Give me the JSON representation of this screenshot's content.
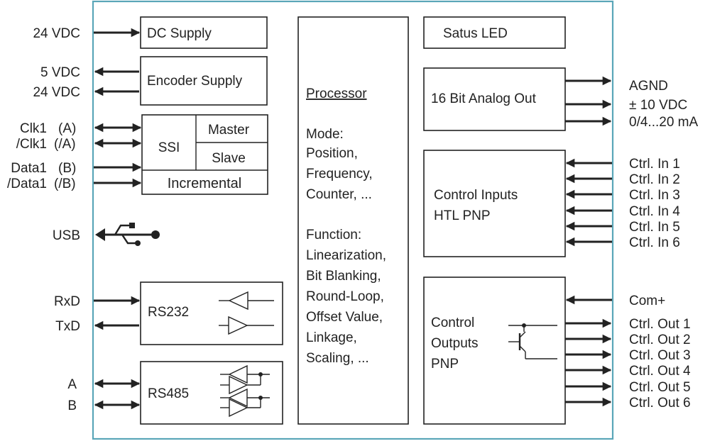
{
  "left_labels": {
    "dc_in": "24 VDC",
    "enc_5v": "5 VDC",
    "enc_24v": "24 VDC",
    "clk1": "Clk1",
    "clk1_a": "(A)",
    "nclk1": "/Clk1",
    "nclk1_a": "(/A)",
    "data1": "Data1",
    "data1_b": "(B)",
    "ndata1": "/Data1",
    "ndata1_b": "(/B)",
    "usb": "USB",
    "rxd": "RxD",
    "txd": "TxD",
    "a": "A",
    "b": "B"
  },
  "blocks": {
    "dc_supply": "DC Supply",
    "encoder_supply": "Encoder Supply",
    "ssi": "SSI",
    "master": "Master",
    "slave": "Slave",
    "incremental": "Incremental",
    "rs232": "RS232",
    "rs485": "RS485",
    "processor_title": "Processor",
    "processor_lines": [
      "Mode:",
      "Position,",
      "Frequency,",
      "Counter, ...",
      "",
      "Function:",
      "Linearization,",
      "Bit Blanking,",
      "Round-Loop,",
      "Offset Value,",
      "Linkage,",
      "Scaling, ..."
    ],
    "status_led": "Satus LED",
    "analog_out": "16 Bit Analog Out",
    "control_inputs_line1": "Control Inputs",
    "control_inputs_line2": "HTL PNP",
    "control_outputs_lines": [
      "Control",
      "Outputs",
      "PNP"
    ]
  },
  "right_labels": {
    "agnd": "AGND",
    "pm10v": "± 10 VDC",
    "ma": "0/4...20 mA",
    "inputs": [
      "Ctrl. In 1",
      "Ctrl. In 2",
      "Ctrl. In 3",
      "Ctrl. In 4",
      "Ctrl. In 5",
      "Ctrl. In 6"
    ],
    "com": "Com+",
    "outputs": [
      "Ctrl. Out 1",
      "Ctrl. Out 2",
      "Ctrl. Out 3",
      "Ctrl. Out 4",
      "Ctrl. Out 5",
      "Ctrl. Out 6"
    ]
  },
  "icons": [
    "usb-icon",
    "buffer-symbol",
    "transistor-symbol"
  ],
  "colors": {
    "frame": "#5aa6b8",
    "line": "#222222"
  }
}
